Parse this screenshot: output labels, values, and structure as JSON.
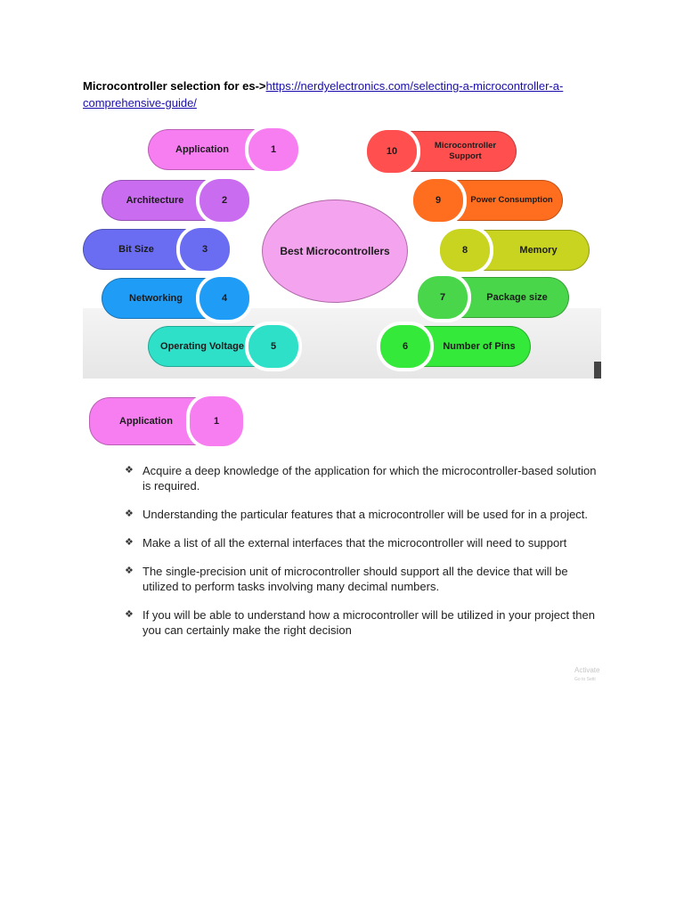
{
  "heading": {
    "prefix": "Microcontroller selection for es->",
    "link_text": "https://nerdyelectronics.com/selecting-a-microcontroller-a-comprehensive-guide/"
  },
  "diagram": {
    "center": "Best Microcontrollers",
    "items": [
      {
        "number": "1",
        "label": "Application",
        "color": "#f77ef1",
        "cap": "#f77ef1"
      },
      {
        "number": "2",
        "label": "Architecture",
        "color": "#c96cf0",
        "cap": "#c96cf0"
      },
      {
        "number": "3",
        "label": "Bit Size",
        "color": "#6a6df2",
        "cap": "#6a6df2"
      },
      {
        "number": "4",
        "label": "Networking",
        "color": "#1f9cf5",
        "cap": "#1f9cf5"
      },
      {
        "number": "5",
        "label": "Operating Voltage",
        "color": "#2fe0c8",
        "cap": "#2fe0c8"
      },
      {
        "number": "6",
        "label": "Number of Pins",
        "color": "#35e93a",
        "cap": "#35e93a"
      },
      {
        "number": "7",
        "label": "Package size",
        "color": "#49d64a",
        "cap": "#49d64a"
      },
      {
        "number": "8",
        "label": "Memory",
        "color": "#c8d41f",
        "cap": "#c8d41f"
      },
      {
        "number": "9",
        "label": "Power Consumption",
        "color": "#ff6d1f",
        "cap": "#ff6d1f"
      },
      {
        "number": "10",
        "label": "Microcontroller Support",
        "color": "#ff4f4f",
        "cap": "#ff4f4f"
      }
    ]
  },
  "standalone": {
    "label": "Application",
    "number": "1",
    "color": "#f77ef1"
  },
  "bullets": [
    "Acquire a deep knowledge of the application for which the microcontroller-based solution is required.",
    "Understanding the particular features that a microcontroller will be used for in a project.",
    "Make a list of all the external interfaces that the microcontroller will need to support",
    "The single-precision unit of microcontroller should support all the device that will be utilized to perform tasks involving many decimal numbers.",
    "If you will be able to understand how a microcontroller will be utilized in your project then you can certainly make the right decision"
  ],
  "watermark": {
    "line1": "Activate",
    "line2": "Go to Setti"
  }
}
